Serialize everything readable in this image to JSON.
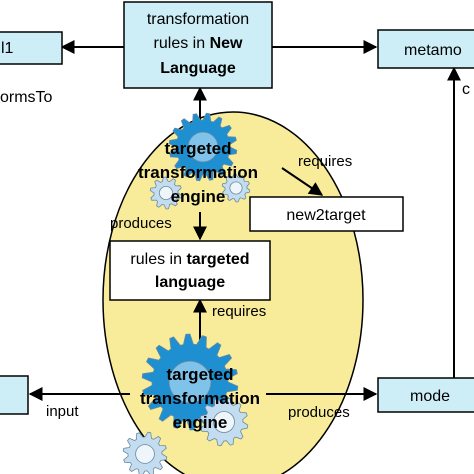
{
  "top_box": {
    "line1": "transformation",
    "line2_plain": "rules in ",
    "line2_bold": "New",
    "line3_bold": "Language"
  },
  "left_top_box": {
    "text": "l1"
  },
  "right_top_box": {
    "text": "metamo"
  },
  "left_conforms_label": "ormsTo",
  "right_edge_label": "c",
  "upper_engine": {
    "line1": "targeted",
    "line2": "transformation",
    "line3": "engine"
  },
  "requires_top_label": "requires",
  "new2target_box": {
    "text": "new2target"
  },
  "produces_top_label": "produces",
  "rules_targeted_box": {
    "line1_plain": "rules in ",
    "line1_bold": "targeted",
    "line2_bold": "language"
  },
  "requires_bottom_label": "requires",
  "lower_engine": {
    "line1": "targeted",
    "line2": "transformation",
    "line3": "engine"
  },
  "input_label": "input",
  "produces_bottom_label": "produces",
  "right_bottom_box": {
    "text": "mode"
  },
  "colors": {
    "box_fill": "#cdeef6",
    "ellipse_fill": "#f8ec9a",
    "gear_blue": "#1e8fd0",
    "gear_light": "#c3dcef",
    "stroke": "#000000"
  }
}
